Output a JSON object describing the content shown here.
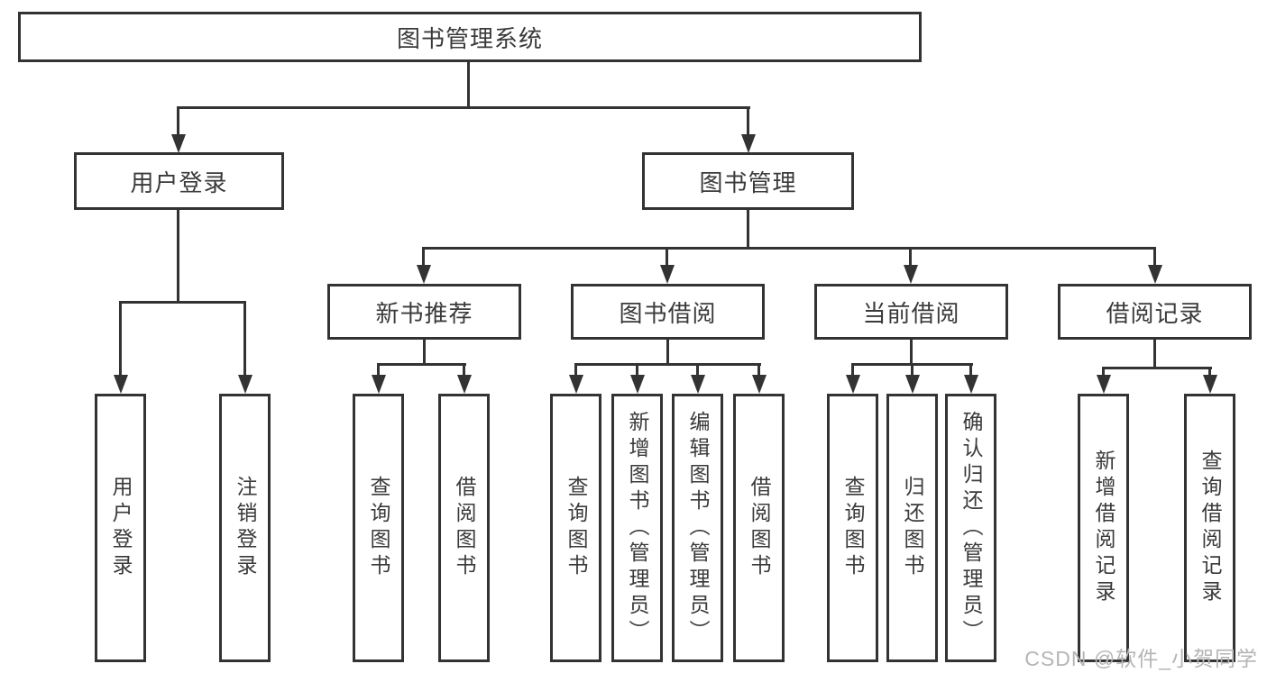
{
  "tree": {
    "root": {
      "label": "图书管理系统",
      "children": [
        {
          "label": "用户登录",
          "children": [
            {
              "label": "用户登录"
            },
            {
              "label": "注销登录"
            }
          ]
        },
        {
          "label": "图书管理",
          "children": [
            {
              "label": "新书推荐",
              "children": [
                {
                  "label": "查询图书"
                },
                {
                  "label": "借阅图书"
                }
              ]
            },
            {
              "label": "图书借阅",
              "children": [
                {
                  "label": "查询图书"
                },
                {
                  "label": "新增图书（管理员）"
                },
                {
                  "label": "编辑图书（管理员）"
                },
                {
                  "label": "借阅图书"
                }
              ]
            },
            {
              "label": "当前借阅",
              "children": [
                {
                  "label": "查询图书"
                },
                {
                  "label": "归还图书"
                },
                {
                  "label": "确认归还（管理员）"
                }
              ]
            },
            {
              "label": "借阅记录",
              "children": [
                {
                  "label": "新增借阅记录"
                },
                {
                  "label": "查询借阅记录"
                }
              ]
            }
          ]
        }
      ]
    }
  },
  "watermark": "CSDN @软件_小贺同学",
  "colors": {
    "line": "#333333",
    "text": "#3a3a3a",
    "watermark": "#b5b5b5",
    "background": "#ffffff"
  }
}
